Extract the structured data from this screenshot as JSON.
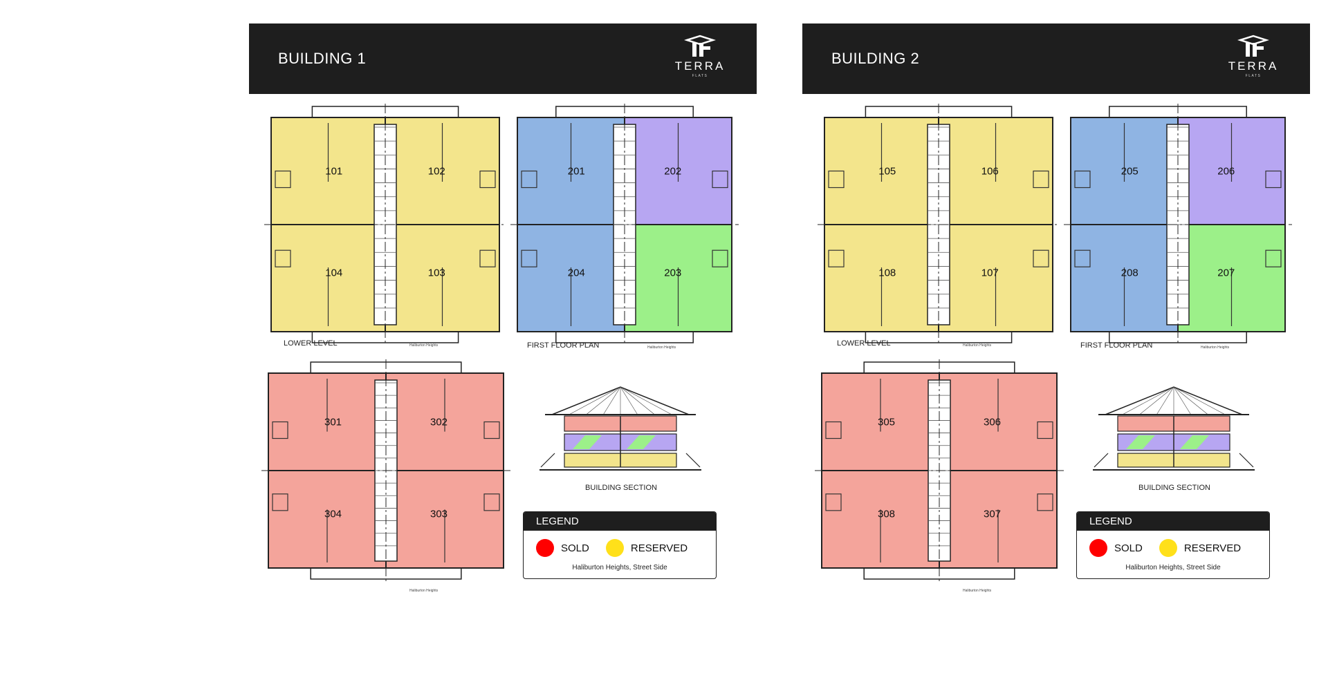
{
  "colors": {
    "header_bg": "#1e1e1e",
    "lower_level": "#f3e58c",
    "first_floor_blue": "#8fb4e3",
    "first_floor_purple": "#b7a6f2",
    "first_floor_green": "#9cf089",
    "third_floor": "#f4a49b",
    "sold": "#ff0000",
    "reserved": "#ffe01a"
  },
  "icons": [
    "terra-logo-icon",
    "sold-dot-icon",
    "reserved-dot-icon"
  ],
  "logo": {
    "brand": "TERRA",
    "sub": "FLATS"
  },
  "buildings": [
    {
      "title": "BUILDING 1",
      "lower_units": [
        "101",
        "102",
        "104",
        "103"
      ],
      "first_units": [
        "201",
        "202",
        "204",
        "203"
      ],
      "third_units": [
        "301",
        "302",
        "304",
        "303"
      ],
      "lower_caption": "LOWER LEVEL",
      "first_caption": "FIRST FLOOR PLAN",
      "section_caption": "BUILDING SECTION",
      "street_small": "Haliburton Heights",
      "legend": {
        "title": "LEGEND",
        "sold": "SOLD",
        "reserved": "RESERVED",
        "street_note": "Haliburton Heights, Street Side"
      }
    },
    {
      "title": "BUILDING 2",
      "lower_units": [
        "105",
        "106",
        "108",
        "107"
      ],
      "first_units": [
        "205",
        "206",
        "208",
        "207"
      ],
      "third_units": [
        "305",
        "306",
        "308",
        "307"
      ],
      "lower_caption": "LOWER LEVEL",
      "first_caption": "FIRST FLOOR PLAN",
      "section_caption": "BUILDING SECTION",
      "street_small": "Haliburton Heights",
      "legend": {
        "title": "LEGEND",
        "sold": "SOLD",
        "reserved": "RESERVED",
        "street_note": "Haliburton Heights, Street Side"
      }
    }
  ]
}
